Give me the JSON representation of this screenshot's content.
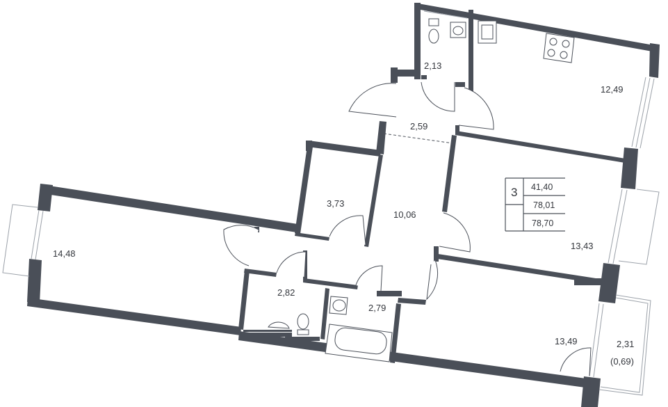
{
  "plan": {
    "rooms": [
      {
        "id": "bathroom-top",
        "area": "2,13"
      },
      {
        "id": "kitchen",
        "area": "12,49"
      },
      {
        "id": "hall-upper",
        "area": "2,59"
      },
      {
        "id": "storage",
        "area": "3,73"
      },
      {
        "id": "corridor",
        "area": "10,06"
      },
      {
        "id": "bedroom-left",
        "area": "14,48"
      },
      {
        "id": "bedroom-middle",
        "area": "13,43"
      },
      {
        "id": "bedroom-bottom",
        "area": "13,49"
      },
      {
        "id": "wc",
        "area": "2,82"
      },
      {
        "id": "bathroom",
        "area": "2,79"
      },
      {
        "id": "balcony",
        "area": "2,31"
      },
      {
        "id": "balcony-reduced",
        "area": "(0,69)"
      }
    ],
    "summary": {
      "rooms_count": "3",
      "living_area": "41,40",
      "total_area": "78,01",
      "total_with_balcony": "78,70"
    }
  },
  "colors": {
    "wall": "#4a4f58",
    "text": "#33363c",
    "window": "#9aa0a8"
  }
}
